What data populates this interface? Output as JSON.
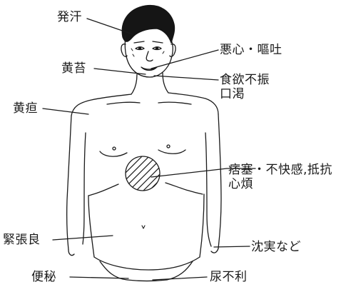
{
  "diagram": {
    "labels": {
      "hakkan": "発汗",
      "oshin_oto": "悪心・嘔吐",
      "oudai": "黄苔",
      "shokuyoku_fushin": "食欲不振",
      "kouketsu": "口渇",
      "oudan": "黄疸",
      "hisoku_line1": "痞塞・不快感,抵抗",
      "hisoku_line2": "心煩",
      "kinchou": "緊張良",
      "chinjitsu": "沈実など",
      "benpi": "便秘",
      "nyoufuri": "尿不利"
    },
    "colors": {
      "ink": "#1a1a1a",
      "hair": "#151515",
      "background": "#ffffff"
    }
  }
}
